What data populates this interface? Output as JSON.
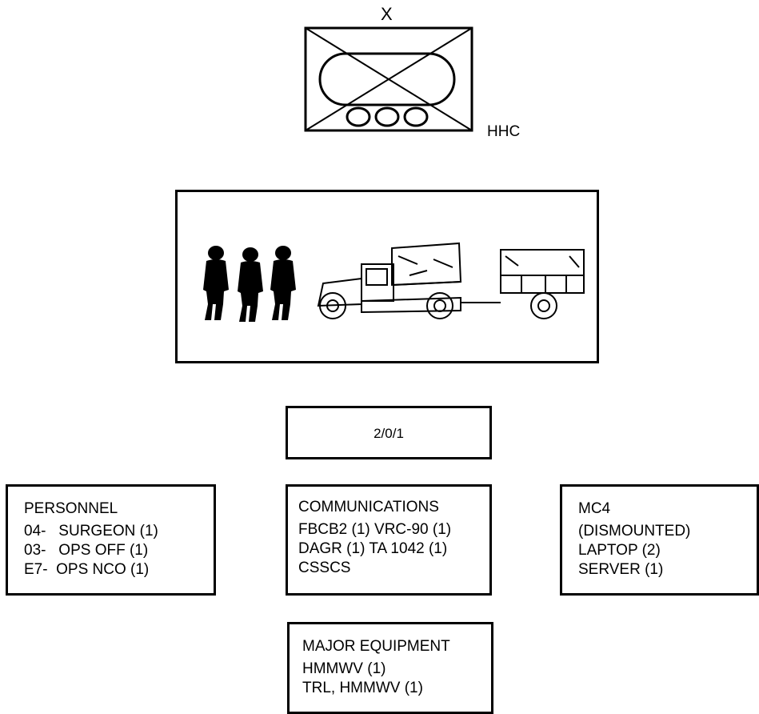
{
  "symbol": {
    "echelon": "X",
    "unit_label": "HHC"
  },
  "illustration": {
    "soldiers": 3,
    "vehicles": [
      "humvee-icon",
      "trailer-icon"
    ]
  },
  "strength_box": {
    "value": "2/0/1"
  },
  "personnel": {
    "title": "PERSONNEL",
    "lines": [
      "04-   SURGEON (1)",
      "03-   OPS OFF (1)",
      "E7-  OPS NCO (1)"
    ]
  },
  "communications": {
    "title": "COMMUNICATIONS",
    "lines": [
      "FBCB2 (1) VRC-90 (1)",
      "DAGR (1) TA 1042 (1)",
      "CSSCS"
    ]
  },
  "mc4": {
    "title": "MC4",
    "lines": [
      "(DISMOUNTED)",
      "LAPTOP (2)",
      "SERVER (1)"
    ]
  },
  "major_equipment": {
    "title": "MAJOR EQUIPMENT",
    "lines": [
      "HMMWV (1)",
      "TRL, HMMWV (1)"
    ]
  }
}
